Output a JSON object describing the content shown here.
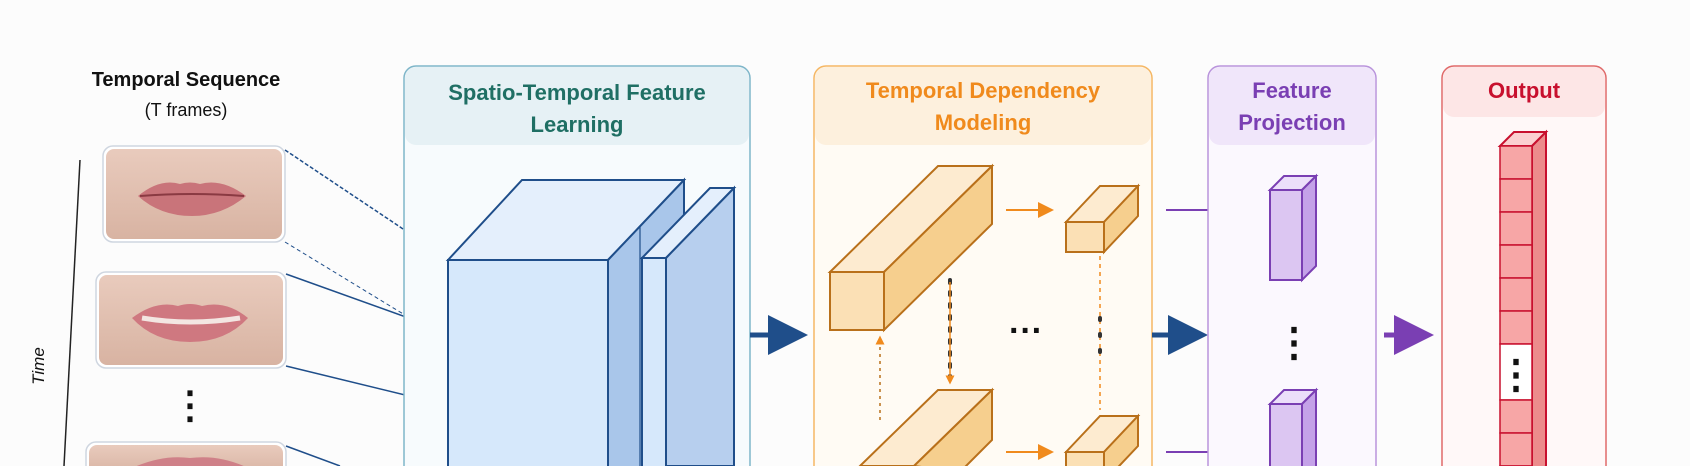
{
  "input": {
    "title": "Temporal Sequence",
    "subtitle": "(T frames)",
    "axis_label": "Time",
    "ellipsis": "⋮"
  },
  "panels": {
    "stfl": {
      "title_line1": "Spatio-Temporal Feature",
      "title_line2": "Learning"
    },
    "tdm": {
      "title_line1": "Temporal Dependency",
      "title_line2": "Modeling",
      "ellipsis": "···"
    },
    "fp": {
      "title_line1": "Feature",
      "title_line2": "Projection",
      "ellipsis": "⋮"
    },
    "out": {
      "title": "Output",
      "ellipsis": "⋮"
    }
  },
  "colors": {
    "teal": "#1f6f64",
    "blue": "#1f4e8a",
    "orange": "#f08a1c",
    "purple": "#7a3fb3",
    "red": "#c8102e",
    "cube_blue": "#d6e8fb",
    "cube_orange": "#fbe0b5",
    "cube_purple": "#dcc6f2",
    "cube_red": "#f7a6a6"
  }
}
